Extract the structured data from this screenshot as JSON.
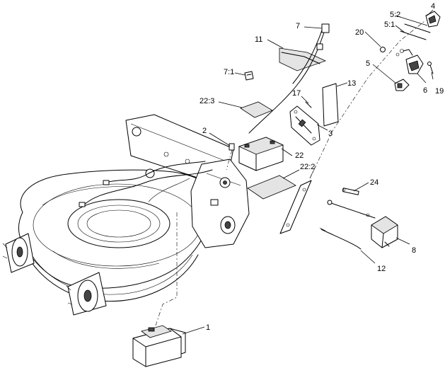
{
  "callouts": {
    "c1": "1",
    "c2": "2",
    "c3": "3",
    "c4": "4",
    "c5": "5",
    "c5_1": "5:1",
    "c5_2": "5:2",
    "c6": "6",
    "c7": "7",
    "c7_1": "7:1",
    "c8": "8",
    "c11": "11",
    "c12": "12",
    "c13": "13",
    "c17": "17",
    "c19": "19",
    "c20": "20",
    "c22": "22",
    "c22_2": "22:2",
    "c22_3": "22:3",
    "c24": "24"
  }
}
